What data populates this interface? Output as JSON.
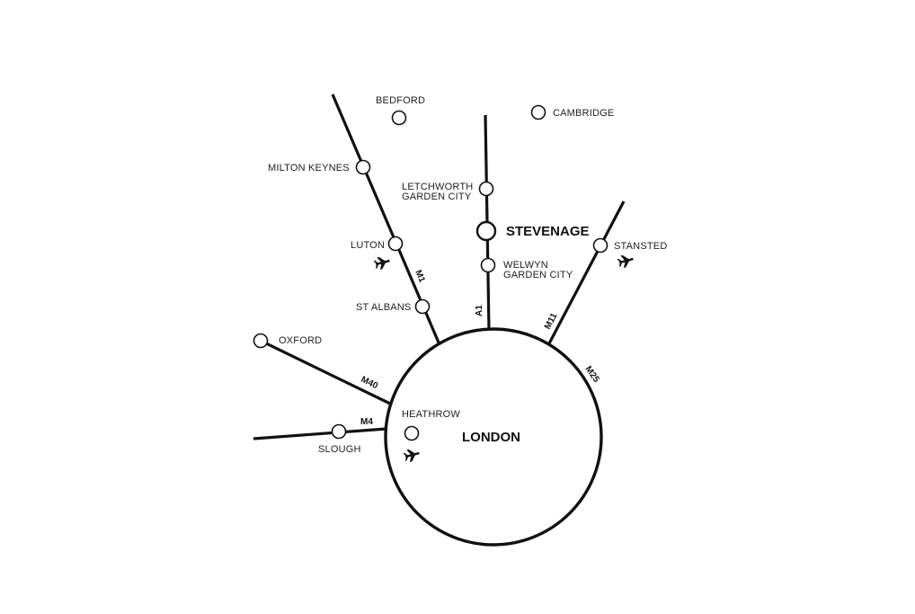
{
  "map": {
    "center": {
      "name": "LONDON",
      "ring_road": "M25"
    },
    "roads": [
      {
        "id": "M1",
        "label": "M1"
      },
      {
        "id": "A1",
        "label": "A1"
      },
      {
        "id": "M11",
        "label": "M11"
      },
      {
        "id": "M40",
        "label": "M40"
      },
      {
        "id": "M4",
        "label": "M4"
      },
      {
        "id": "M25",
        "label": "M25"
      }
    ],
    "places": {
      "bedford": "BEDFORD",
      "cambridge": "CAMBRIDGE",
      "milton_keynes": "MILTON KEYNES",
      "letchworth_line1": "LETCHWORTH",
      "letchworth_line2": "GARDEN CITY",
      "stevenage": "STEVENAGE",
      "luton": "LUTON",
      "welwyn_line1": "WELWYN",
      "welwyn_line2": "GARDEN CITY",
      "stansted": "STANSTED",
      "st_albans": "ST ALBANS",
      "oxford": "OXFORD",
      "heathrow": "HEATHROW",
      "slough": "SLOUGH",
      "london": "LONDON"
    },
    "airports": [
      "LUTON",
      "STANSTED",
      "HEATHROW"
    ],
    "icons": {
      "airport": "airplane-icon",
      "town": "circle-marker-icon"
    },
    "colors": {
      "line": "#111111",
      "background": "#ffffff",
      "text": "#222222"
    }
  }
}
